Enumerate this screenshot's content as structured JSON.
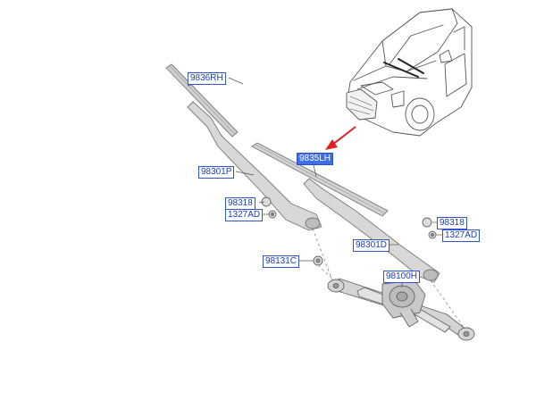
{
  "callouts": {
    "wiper_blade_rh": "9836RH",
    "wiper_blade_lh": "9835LH",
    "wiper_arm_p": "98301P",
    "wiper_arm_d": "98301D",
    "cap_left": "98318",
    "nut_left": "1327AD",
    "cap_right": "98318",
    "nut_right": "1327AD",
    "pivot_cap": "98131C",
    "linkage_motor": "98100H"
  },
  "colors": {
    "callout_text": "#1a3fb8",
    "callout_border": "#3355cc",
    "highlight_fill": "#3f6fe8",
    "pointer_arrow": "#e02020"
  }
}
